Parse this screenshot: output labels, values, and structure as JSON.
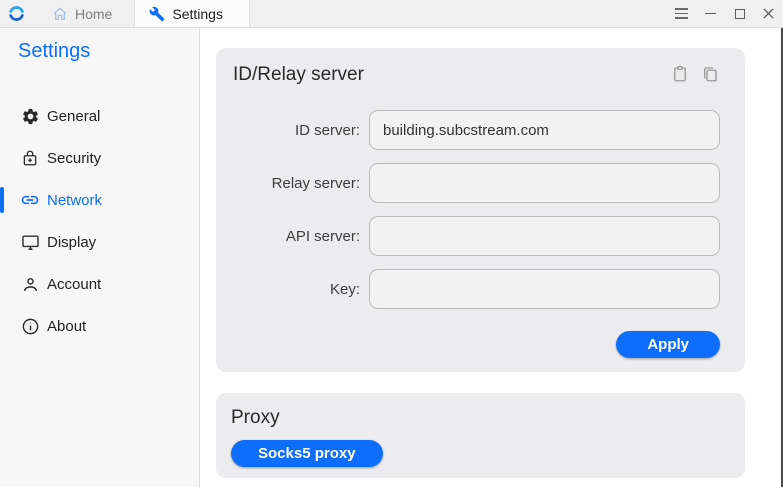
{
  "colors": {
    "accent_blue": "#0d6efd",
    "titlebar_bg": "#f0f0f0",
    "active_tab_bg": "#fbfbfb",
    "sidebar_bg": "#f7f7f8",
    "card_bg": "#ececee",
    "content_bg": "#ffffff",
    "window_edge": "#4b4b4b"
  },
  "titlebar": {
    "logo": "rustdesk-logo",
    "tabs": [
      {
        "label": "Home",
        "icon": "home-icon",
        "active": false
      },
      {
        "label": "Settings",
        "icon": "wrench-icon",
        "active": true
      }
    ],
    "window_controls": [
      "menu",
      "minimize",
      "maximize",
      "close"
    ]
  },
  "sidebar": {
    "title": "Settings",
    "items": [
      {
        "label": "General",
        "icon": "gear-icon",
        "selected": false
      },
      {
        "label": "Security",
        "icon": "lock-plus-icon",
        "selected": false
      },
      {
        "label": "Network",
        "icon": "link-icon",
        "selected": true
      },
      {
        "label": "Display",
        "icon": "monitor-icon",
        "selected": false
      },
      {
        "label": "Account",
        "icon": "person-icon",
        "selected": false
      },
      {
        "label": "About",
        "icon": "info-icon",
        "selected": false
      }
    ]
  },
  "id_relay_card": {
    "title": "ID/Relay server",
    "header_icons": [
      "paste",
      "copy"
    ],
    "fields": [
      {
        "label": "ID server:",
        "value": "building.subcstream.com"
      },
      {
        "label": "Relay server:",
        "value": ""
      },
      {
        "label": "API server:",
        "value": ""
      },
      {
        "label": "Key:",
        "value": ""
      }
    ],
    "apply_label": "Apply"
  },
  "proxy_card": {
    "title": "Proxy",
    "socks5_button_label": "Socks5 proxy"
  }
}
